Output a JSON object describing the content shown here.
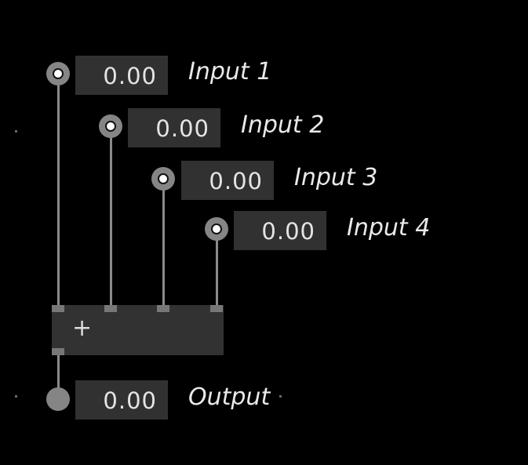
{
  "inputs": [
    {
      "value": "0.00",
      "label": "Input 1"
    },
    {
      "value": "0.00",
      "label": "Input 2"
    },
    {
      "value": "0.00",
      "label": "Input 3"
    },
    {
      "value": "0.00",
      "label": "Input 4"
    }
  ],
  "operator": {
    "symbol": "+"
  },
  "output": {
    "value": "0.00",
    "label": "Output"
  },
  "colors": {
    "background": "#000000",
    "box": "#313131",
    "wire": "#8a8a8a",
    "jack": "#858585",
    "text": "#e4e4e4"
  }
}
